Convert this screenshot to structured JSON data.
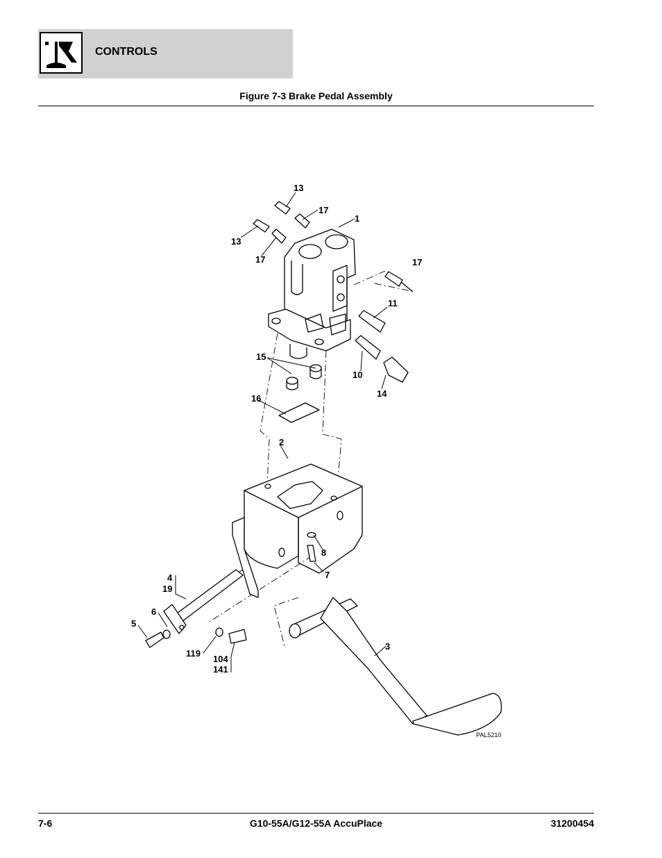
{
  "header": {
    "section_title": "CONTROLS",
    "icon": "joystick-controls-icon"
  },
  "figure": {
    "title": "Figure 7-3 Brake Pedal Assembly",
    "drawing_code": "PAL5210",
    "callouts": {
      "c13a": "13",
      "c17a": "17",
      "c1": "1",
      "c13b": "13",
      "c17b": "17",
      "c17c": "17",
      "c11": "11",
      "c15": "15",
      "c10": "10",
      "c14": "14",
      "c16": "16",
      "c2": "2",
      "c8": "8",
      "c7": "7",
      "c4": "4",
      "c19": "19",
      "c6": "6",
      "c5": "5",
      "c119": "119",
      "c104": "104",
      "c141": "141",
      "c3": "3"
    }
  },
  "footer": {
    "page": "7-6",
    "model": "G10-55A/G12-55A AccuPlace",
    "doc_number": "31200454"
  }
}
